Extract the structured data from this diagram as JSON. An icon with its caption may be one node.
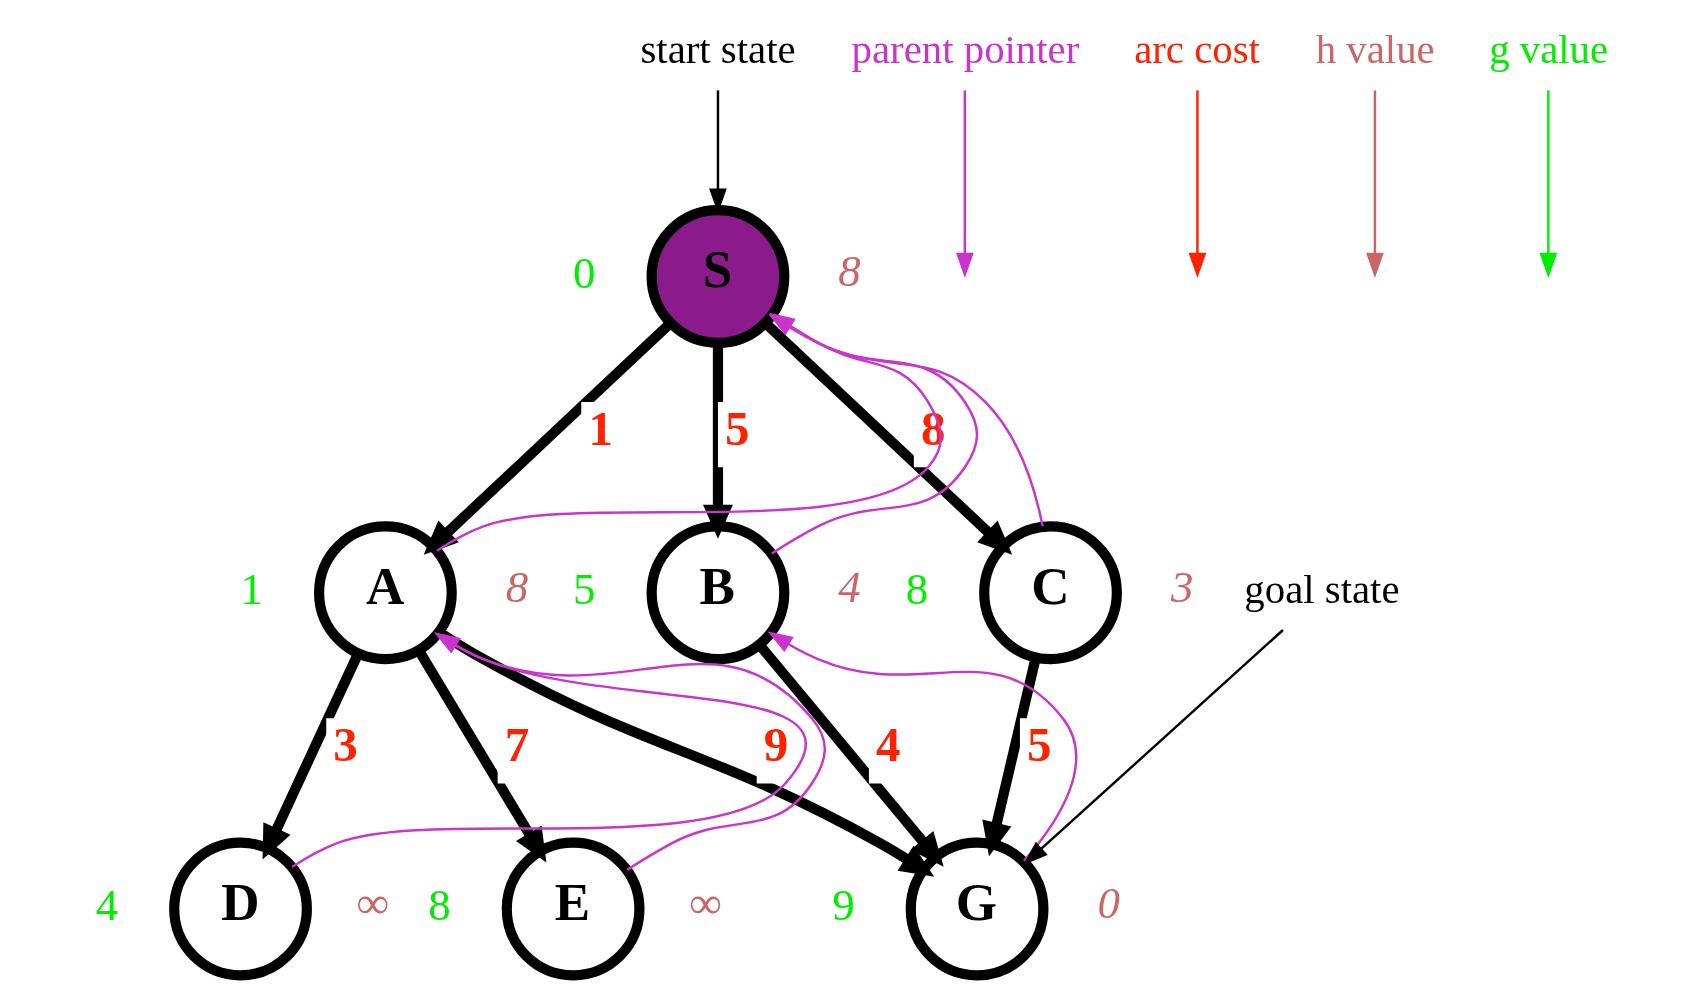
{
  "diagram": {
    "nodes": [
      {
        "text": [
          "S"
        ],
        "beside": [
          "0",
          "8"
        ]
      },
      {
        "text": [
          "A"
        ],
        "beside": [
          "1",
          "8"
        ]
      },
      {
        "text": [
          "B"
        ],
        "beside": [
          "5",
          "4"
        ]
      },
      {
        "text": [
          "C"
        ],
        "beside": [
          "8",
          "3"
        ]
      },
      {
        "text": [
          "D"
        ],
        "beside": [
          "4",
          "∞"
        ]
      },
      {
        "text": [
          "E"
        ],
        "beside": [
          "8",
          "∞"
        ]
      },
      {
        "text": [
          "G"
        ],
        "beside": [
          "9",
          "0"
        ]
      },
      {
        "text": [
          "start state"
        ]
      },
      {
        "text": [
          "parent pointer"
        ]
      },
      {
        "text": [
          "arc cost"
        ]
      },
      {
        "text": [
          "h value"
        ]
      },
      {
        "text": [
          "g value"
        ]
      },
      {
        "text": [
          "goal state"
        ]
      }
    ],
    "edges": [
      {
        "from": 0,
        "to": 1,
        "arrow": "to",
        "label": "1",
        "style": "thick"
      },
      {
        "from": 0,
        "to": 2,
        "arrow": "to",
        "label": "5",
        "style": "thick"
      },
      {
        "from": 0,
        "to": 3,
        "arrow": "to",
        "label": "8",
        "style": "thick"
      },
      {
        "from": 1,
        "to": 4,
        "arrow": "to",
        "label": "3",
        "style": "thick"
      },
      {
        "from": 1,
        "to": 5,
        "arrow": "to",
        "label": "7",
        "style": "thick"
      },
      {
        "from": 1,
        "to": 6,
        "arrow": "to",
        "label": "9",
        "style": "thick"
      },
      {
        "from": 2,
        "to": 6,
        "arrow": "to",
        "label": "4",
        "style": "thick"
      },
      {
        "from": 3,
        "to": 6,
        "arrow": "to",
        "label": "5",
        "style": "thick"
      },
      {
        "from": 1,
        "to": 0,
        "arrow": "to",
        "color": "#cc33cc"
      },
      {
        "from": 2,
        "to": 0,
        "arrow": "to",
        "color": "#cc33cc"
      },
      {
        "from": 3,
        "to": 0,
        "arrow": "to",
        "color": "#cc33cc"
      },
      {
        "from": 4,
        "to": 1,
        "arrow": "to",
        "color": "#cc33cc"
      },
      {
        "from": 5,
        "to": 1,
        "arrow": "to",
        "color": "#cc33cc"
      },
      {
        "from": 6,
        "to": 2,
        "arrow": "to",
        "color": "#cc33cc"
      },
      {
        "from": 7,
        "to": 0,
        "arrow": "to"
      },
      {
        "from": 8,
        "to": null,
        "arrow": "to",
        "color": "#cc33cc"
      },
      {
        "from": 9,
        "to": null,
        "arrow": "to",
        "color": "#ff2200"
      },
      {
        "from": 10,
        "to": null,
        "arrow": "to",
        "color": "#cc6666"
      },
      {
        "from": 11,
        "to": null,
        "arrow": "to",
        "color": "#00ee00"
      },
      {
        "from": 12,
        "to": 6,
        "arrow": "to"
      }
    ]
  }
}
